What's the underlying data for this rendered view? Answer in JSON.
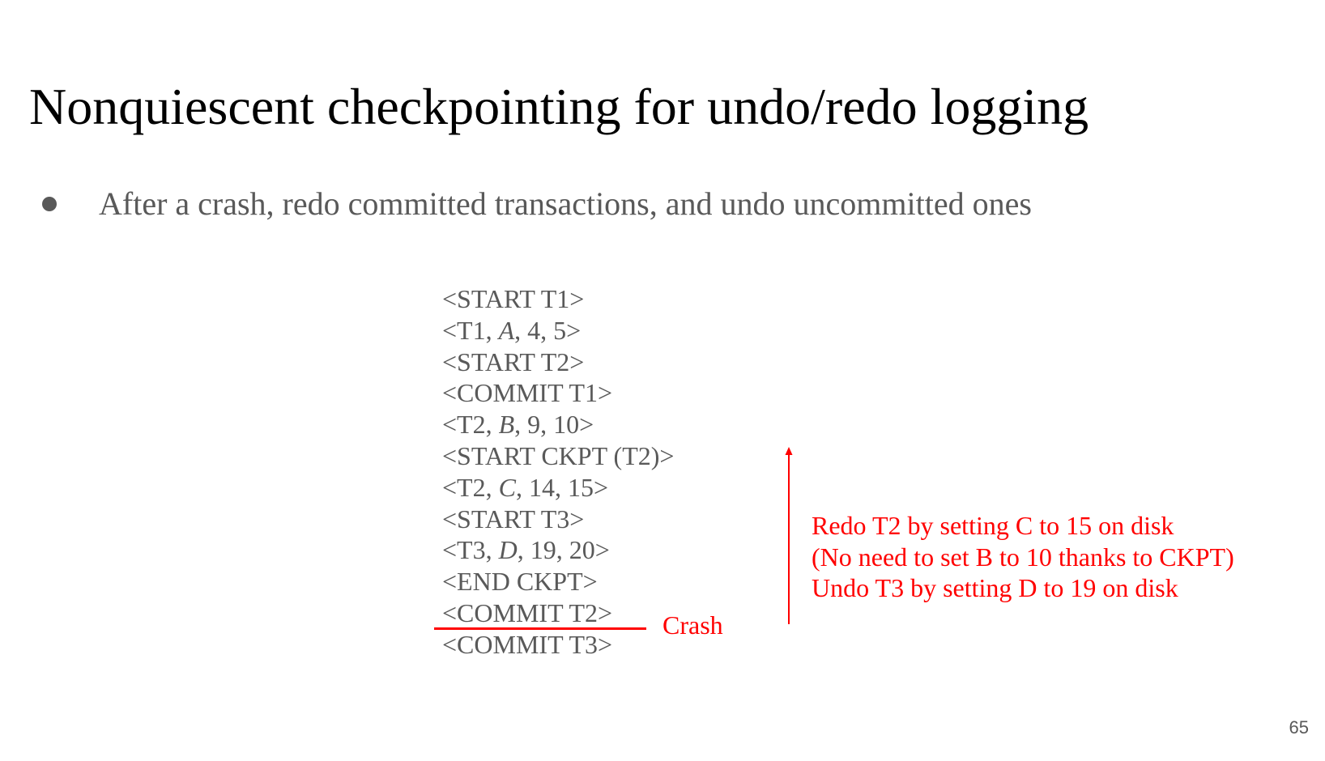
{
  "slide": {
    "title": "Nonquiescent checkpointing for undo/redo logging",
    "bullets": [
      "After a crash, redo committed transactions, and undo uncommitted ones"
    ],
    "page_number": "65"
  },
  "log": {
    "entries": [
      {
        "pre": "<START T1>",
        "var": "",
        "post": ""
      },
      {
        "pre": "<T1, ",
        "var": "A",
        "post": ", 4, 5>"
      },
      {
        "pre": "<START T2>",
        "var": "",
        "post": ""
      },
      {
        "pre": "<COMMIT T1>",
        "var": "",
        "post": ""
      },
      {
        "pre": "<T2, ",
        "var": "B",
        "post": ", 9, 10>"
      },
      {
        "pre": "<START CKPT (T2)>",
        "var": "",
        "post": ""
      },
      {
        "pre": "<T2, ",
        "var": "C",
        "post": ", 14, 15>"
      },
      {
        "pre": "<START T3>",
        "var": "",
        "post": ""
      },
      {
        "pre": "<T3, ",
        "var": "D",
        "post": ", 19, 20>"
      },
      {
        "pre": "<END CKPT>",
        "var": "",
        "post": ""
      },
      {
        "pre": "<COMMIT T2>",
        "var": "",
        "post": ""
      },
      {
        "pre": "<COMMIT T3>",
        "var": "",
        "post": ""
      }
    ]
  },
  "annotations": {
    "crash_label": "Crash",
    "notes": [
      "Redo T2 by setting C to 15 on disk",
      "(No need to set B to 10 thanks to CKPT)",
      "Undo T3 by setting D to 19 on disk"
    ]
  },
  "colors": {
    "title": "#000000",
    "body_text": "#595959",
    "annotation": "#ff0000",
    "background": "#ffffff"
  }
}
